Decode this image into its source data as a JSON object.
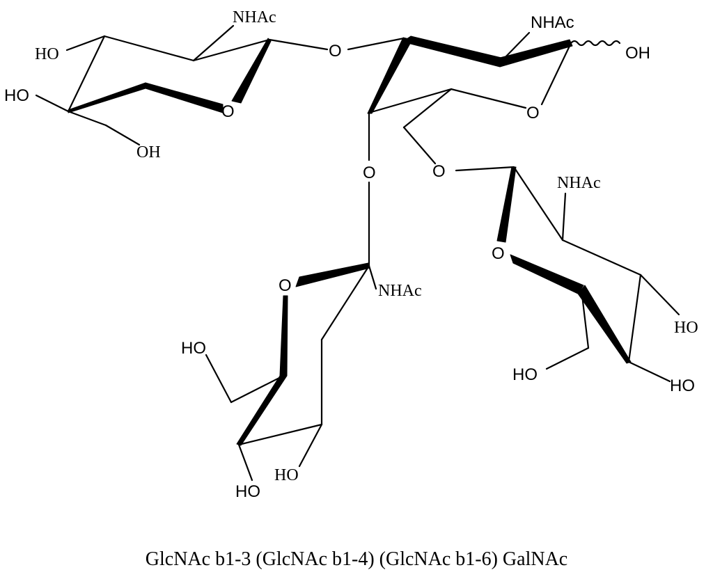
{
  "caption": "GlcNAc b1-3 (GlcNAc b1-4) (GlcNAc b1-6) GalNAc",
  "labels": {
    "nhac": "NHAc",
    "oh": "OH",
    "ho": "HO",
    "o": "O"
  }
}
